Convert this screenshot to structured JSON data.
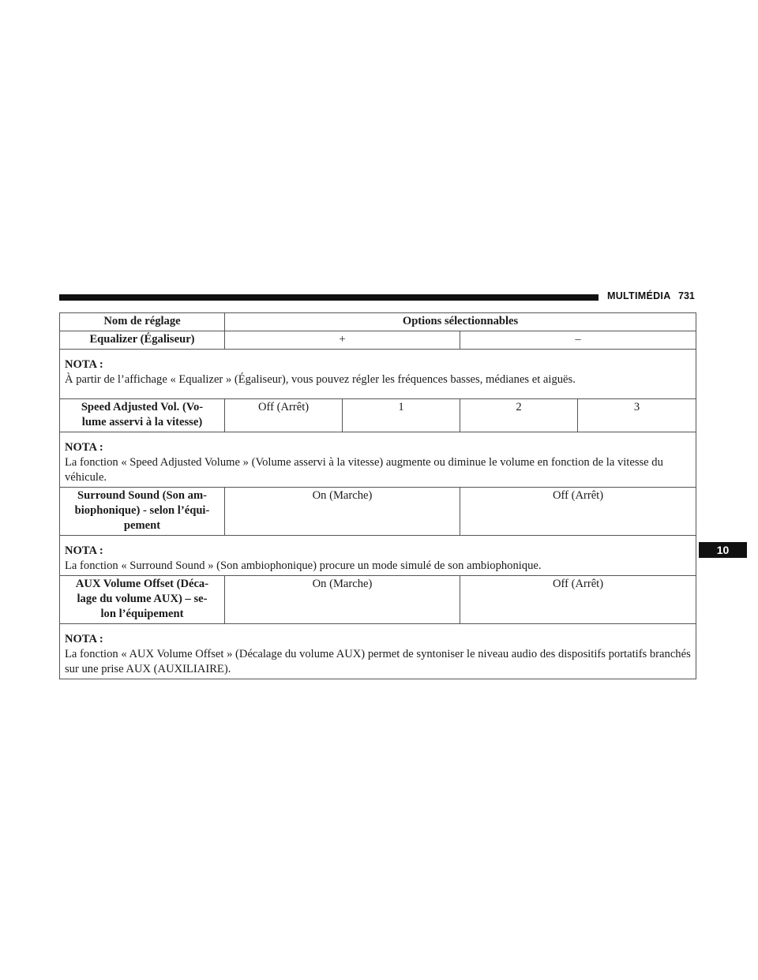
{
  "header": {
    "section": "MULTIMÉDIA",
    "page": "731"
  },
  "chapter_tab": "10",
  "table": {
    "col_headers": {
      "name": "Nom de réglage",
      "options": "Options sélectionnables"
    },
    "equalizer": {
      "name": "Equalizer (Égaliseur)",
      "options": [
        "+",
        "–"
      ],
      "note_label": "NOTA :",
      "note": "À partir de l’affichage « Equalizer » (Égaliseur), vous pouvez régler les fréquences basses, médianes et aiguës."
    },
    "speed": {
      "name": "Speed Adjusted Vol. (Vo-lume asservi à la vitesse)",
      "name_line1": "Speed Adjusted Vol. (Vo-",
      "name_line2": "lume asservi à la vitesse)",
      "options": [
        "Off (Arrêt)",
        "1",
        "2",
        "3"
      ],
      "note_label": "NOTA :",
      "note": "La fonction « Speed Adjusted Volume » (Volume asservi à la vitesse) augmente ou diminue le volume en fonction de la vitesse du véhicule."
    },
    "surround": {
      "name_line1": "Surround Sound (Son am-",
      "name_line2": "biophonique) - selon l’équi-",
      "name_line3": "pement",
      "options": [
        "On (Marche)",
        "Off (Arrêt)"
      ],
      "note_label": "NOTA :",
      "note": "La fonction « Surround Sound » (Son ambiophonique) procure un mode simulé de son ambiophonique."
    },
    "aux": {
      "name_line1": "AUX Volume Offset (Déca-",
      "name_line2": "lage du volume AUX) – se-",
      "name_line3": "lon l’équipement",
      "options": [
        "On (Marche)",
        "Off (Arrêt)"
      ],
      "note_label": "NOTA :",
      "note": "La fonction « AUX Volume Offset » (Décalage du volume AUX) permet de syntoniser le niveau audio des dispositifs portatifs branchés sur une prise AUX (AUXILIAIRE)."
    }
  }
}
